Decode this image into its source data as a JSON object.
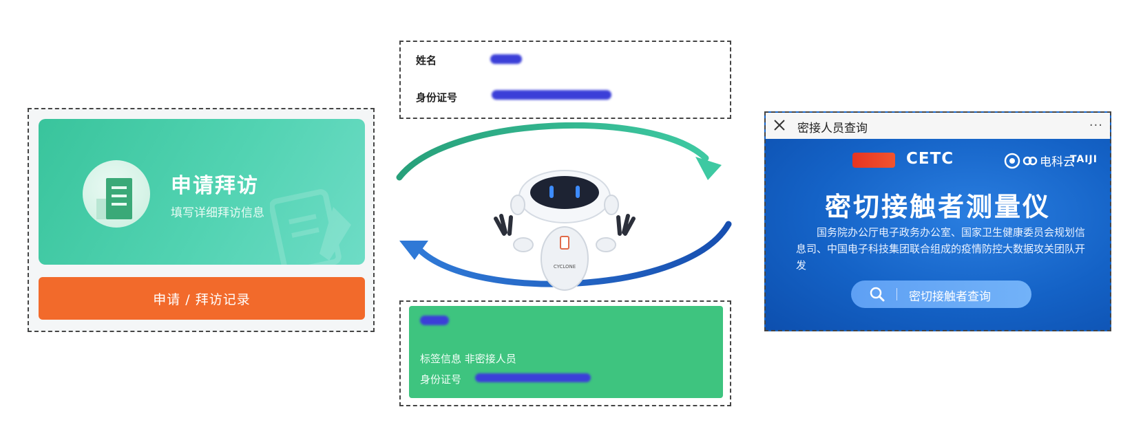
{
  "left": {
    "visit_title": "申请拜访",
    "visit_subtitle": "填写详细拜访信息",
    "record_button": "申请 / 拜访记录"
  },
  "id_panel": {
    "name_label": "姓名",
    "idno_label": "身份证号"
  },
  "tag_panel": {
    "tag_label": "标签信息 非密接人员",
    "idno_label": "身份证号"
  },
  "query_panel": {
    "header_title": "密接人员查询",
    "more": "···",
    "logos": {
      "cetc": "CETC",
      "cloud": "电科云",
      "taiji": "TAIJI"
    },
    "main_title": "密切接触者测量仪",
    "description": "国务院办公厅电子政务办公室、国家卫生健康委员会规划信息司、中国电子科技集团联合组成的疫情防控大数据攻关团队开发",
    "query_button": "密切接触者查询"
  },
  "colors": {
    "green_card": "#3ec47f",
    "orange_button": "#f26a2b",
    "query_blue": "#1463c8"
  }
}
